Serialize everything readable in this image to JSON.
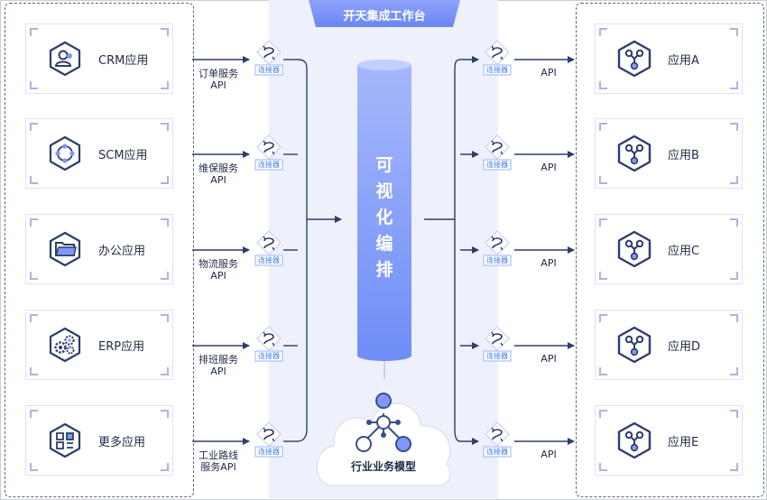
{
  "title": "开天集成工作台",
  "core_label": [
    "可",
    "视",
    "化",
    "编",
    "排"
  ],
  "model_label": "行业业务模型",
  "connector_label": "连接器",
  "left_apps": [
    {
      "label": "CRM应用",
      "icon": "users-icon"
    },
    {
      "label": "SCM应用",
      "icon": "supply-chain-icon"
    },
    {
      "label": "办公应用",
      "icon": "folder-icon"
    },
    {
      "label": "ERP应用",
      "icon": "gears-icon"
    },
    {
      "label": "更多应用",
      "icon": "grid-icon"
    }
  ],
  "left_apis": [
    [
      "订单服务",
      "API"
    ],
    [
      "维保服务",
      "API"
    ],
    [
      "物流服务",
      "API"
    ],
    [
      "排班服务",
      "API"
    ],
    [
      "工业路线",
      "服务API"
    ]
  ],
  "right_apis": [
    "API",
    "API",
    "API",
    "API",
    "API"
  ],
  "right_apps": [
    {
      "label": "应用A",
      "icon": "hex-nodes-icon"
    },
    {
      "label": "应用B",
      "icon": "hex-nodes-icon"
    },
    {
      "label": "应用C",
      "icon": "hex-nodes-icon"
    },
    {
      "label": "应用D",
      "icon": "hex-nodes-icon"
    },
    {
      "label": "应用E",
      "icon": "hex-nodes-icon"
    }
  ],
  "colors": {
    "accent": "#6f8ef7",
    "line": "#2c3e6b",
    "band": "#eef1fb",
    "link": "#3b7bf2"
  }
}
